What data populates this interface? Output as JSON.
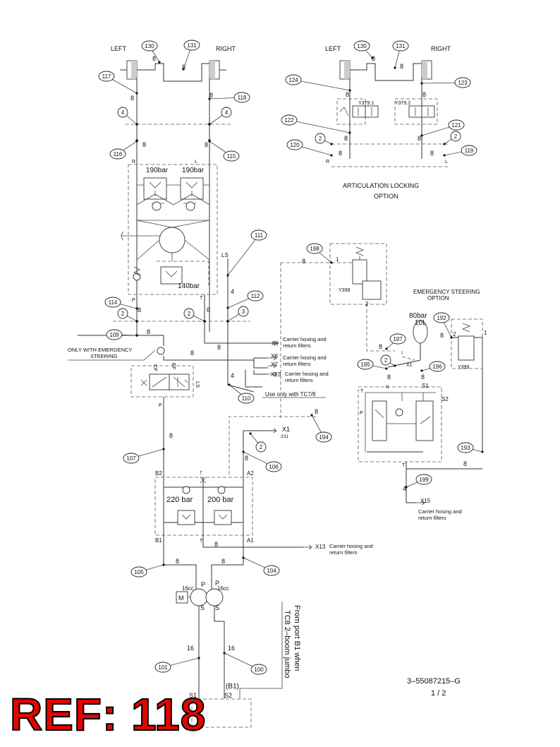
{
  "diagram": {
    "labels": {
      "left_main": "LEFT",
      "right_main": "RIGHT",
      "left_art": "LEFT",
      "right_art": "RIGHT",
      "art_title_1": "ARTICULATION LOCKING",
      "art_title_2": "OPTION",
      "emerg_title_1": "EMERGENCY STEERING",
      "emerg_title_2": "OPTION",
      "only_emerg_1": "ONLY WITH EMERGENCY",
      "only_emerg_2": "STEERING",
      "use_only": "Use only with TC7/8",
      "from_port_1": "From port B1 when",
      "from_port_2": "TC8 2–boom jumbo",
      "drawing_no": "3–55087215–G",
      "page": "1 /  2",
      "carrier_1a": "Carrier hosing and",
      "carrier_1b": "return filters",
      "carrier_2a": "Carrier hosing and",
      "carrier_2b": "return filters",
      "carrier_3a": "Carrier hosing and",
      "carrier_3b": "return filters",
      "carrier_4a": "Carrier hosing and",
      "carrier_4b": "return filters",
      "carrier_5a": "Carrier hosing and",
      "carrier_5b": "return filters",
      "p190a": "190bar",
      "p190b": "190bar",
      "p140": "140bar",
      "p220": "220 bar",
      "p200": "200 bar",
      "p80": "80bar",
      "v10": "10L",
      "cc1": "16cc",
      "cc2": "16cc",
      "motor": "M",
      "y379_1": "Y379.1",
      "y379_2": "Y379.2",
      "y398": "Y398",
      "y399": "Y399",
      "x9": "X9",
      "x8": "X8",
      "x7": "X7",
      "x23": "X23",
      "x1a": "X1",
      "x1a_sub": "2/11",
      "x1b": "X1",
      "x13": "X13",
      "x15": "X15",
      "ls1": "LS",
      "ls2": "LS",
      "cf": "CF",
      "ef": "EF",
      "b1": "B1",
      "b2": "B2",
      "a1": "A1",
      "a2": "A2",
      "p_pump1": "P",
      "p_pump2": "P",
      "s_pump1": "S",
      "s_pump2": "S",
      "s1": "S1",
      "s2": "S2",
      "b1_paren": "(B1)",
      "s1_tank": "S1",
      "s2_tank": "S2",
      "r1": "R",
      "l1": "L",
      "r2": "R",
      "l2": "L",
      "p_steer": "P",
      "t_steer": "T",
      "p_prio": "P",
      "t_valve": "T",
      "t_top": "T",
      "t_em": "T",
      "n_em": "N",
      "s1_em": "S1",
      "p_em": "P",
      "t_em2": "T",
      "one_a": "1",
      "two_a": "2",
      "one_b": "1",
      "two_b": "2"
    },
    "bubbles": [
      "130",
      "131",
      "117",
      "118",
      "4",
      "4",
      "116",
      "115",
      "111",
      "114",
      "2",
      "2",
      "3",
      "112",
      "109",
      "110",
      "107",
      "106",
      "2",
      "105",
      "104",
      "101",
      "100",
      "130",
      "131",
      "124",
      "123",
      "122",
      "121",
      "2",
      "2",
      "120",
      "119",
      "198",
      "197",
      "195",
      "196",
      "192",
      "194",
      "193",
      "199",
      "2"
    ],
    "line_sizes": [
      "8",
      "8",
      "8",
      "8",
      "8",
      "8",
      "8",
      "8",
      "8",
      "8",
      "8",
      "4",
      "8",
      "8",
      "8",
      "8",
      "4",
      "8",
      "8",
      "8",
      "8",
      "8",
      "8",
      "16",
      "16",
      "8",
      "8",
      "8",
      "8",
      "8",
      "8",
      "8",
      "8",
      "8",
      "8",
      "8",
      "8",
      "8",
      "8",
      "8",
      "8",
      "4",
      "8",
      "8"
    ]
  },
  "ref_stamp": "REF: 118"
}
